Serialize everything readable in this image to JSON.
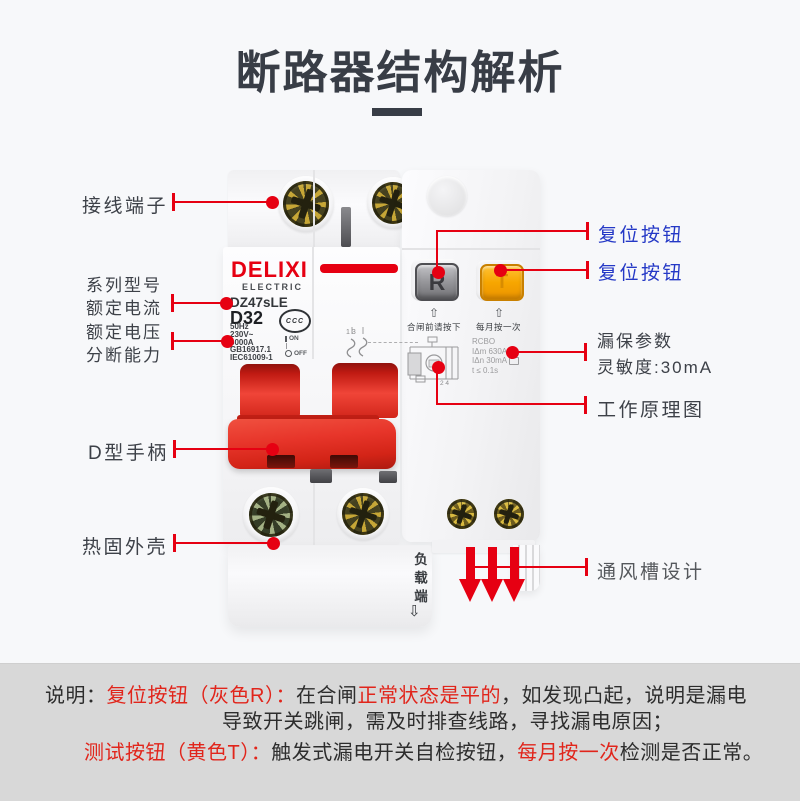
{
  "page": {
    "title": "断路器结构解析"
  },
  "labels": {
    "left": [
      {
        "text": "接线端子"
      },
      {
        "line1": "系列型号",
        "line2": "额定电流"
      },
      {
        "line1": "额定电压",
        "line2": "分断能力"
      },
      {
        "text": "D型手柄"
      },
      {
        "text": "热固外壳"
      }
    ],
    "right": [
      {
        "text": "复位按钮"
      },
      {
        "text": "复位按钮"
      },
      {
        "line1": "漏保参数",
        "line2": "灵敏度:30mA"
      },
      {
        "text": "工作原理图"
      },
      {
        "text": "通风槽设计"
      }
    ]
  },
  "breaker": {
    "brand": "DELIXI",
    "brand_sub": "ELECTRIC",
    "model": "DZ47sLE",
    "rating": "D32",
    "cert_mark": "CCC",
    "specs": [
      "50Hz",
      "230V~",
      "6000A",
      "GB16917.1",
      "IEC61009-1"
    ],
    "on_label": "ON",
    "off_label": "OFF",
    "reset_button": "R",
    "test_button": "T",
    "reset_hint": "合闸前请按下",
    "test_hint": "每月按一次",
    "up_arrow": "⇧",
    "rcbo": [
      "RCBO",
      "IΔm 630A",
      "IΔn 30mA",
      "t ≤ 0.1s"
    ],
    "pole_marks_in": "1 3",
    "pole_marks_out": "2 4",
    "load_label": "负载端",
    "down_arrow": "⇩"
  },
  "footer": {
    "s1": "说明：",
    "s2": "复位按钮（灰色R）：",
    "s3": "在合闸",
    "s4": "正常状态是平的",
    "s5": "，如发现凸起，说明是漏电",
    "s6": "导致开关跳闸，需及时排查线路，寻找漏电原因；",
    "s7": "测试按钮（黄色T）：",
    "s8": "触发式漏电开关自检按钮，",
    "s9": "每月按一次",
    "s10": "检测是否正常。"
  }
}
